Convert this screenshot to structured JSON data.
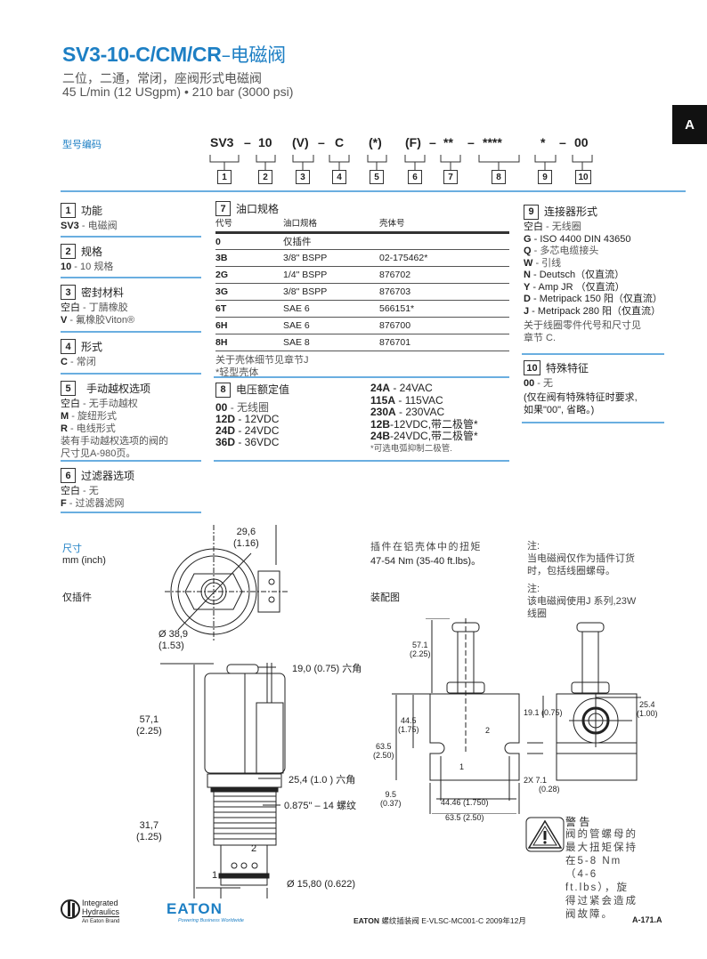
{
  "header": {
    "title": "SV3-10-C/CM/CR",
    "title_suffix": "–电磁阀",
    "subtitle": "二位，二通，常闭，座阀形式电磁阀",
    "rating": "45 L/min (12 USgpm) • 210 bar (3000 psi)",
    "tab": "A"
  },
  "model_code": {
    "label": "型号编码",
    "parts": [
      "SV3",
      "–",
      "10",
      "(V)",
      "–",
      "C",
      "(*)",
      "(F)",
      "–",
      "**",
      "–",
      "****",
      "*",
      "–",
      "00"
    ],
    "numbers": [
      "1",
      "2",
      "3",
      "4",
      "5",
      "6",
      "7",
      "8",
      "9",
      "10"
    ]
  },
  "sections": {
    "s1": {
      "n": "1",
      "title": "功能",
      "lines": [
        {
          "code": "SV3",
          "text": " - 电磁阀"
        }
      ]
    },
    "s2": {
      "n": "2",
      "title": "规格",
      "lines": [
        {
          "code": "10",
          "text": " - 10  规格"
        }
      ]
    },
    "s3": {
      "n": "3",
      "title": "密封材料",
      "lines": [
        {
          "code": "空白",
          "text": "   - 丁腈橡胶"
        },
        {
          "code": "V",
          "text": " - 氟橡胶Viton®"
        }
      ]
    },
    "s4": {
      "n": "4",
      "title": "形式",
      "lines": [
        {
          "code": "C",
          "text": " - 常闭"
        }
      ]
    },
    "s5": {
      "n": "5",
      "title": "手动越权选项",
      "lines": [
        {
          "code": "空白",
          "text": "   - 无手动越权"
        },
        {
          "code": "M",
          "text": " - 旋纽形式"
        },
        {
          "code": "R",
          "text": " - 电线形式"
        }
      ],
      "note": "装有手动越权选项的阀的尺寸见A-980页。"
    },
    "s6": {
      "n": "6",
      "title": "过滤器选项",
      "lines": [
        {
          "code": "空白",
          "text": " - 无"
        },
        {
          "code": "F",
          "text": " - 过滤器滤网"
        }
      ]
    },
    "s7": {
      "n": "7",
      "title": "油口规格",
      "headers": [
        "代号",
        "油口规格",
        "壳体号"
      ],
      "rows": [
        [
          "0",
          "仅插件",
          ""
        ],
        [
          "3B",
          "3/8\" BSPP",
          "02-175462*"
        ],
        [
          "2G",
          "1/4\" BSPP",
          "876702"
        ],
        [
          "3G",
          "3/8\" BSPP",
          "876703"
        ],
        [
          "6T",
          "SAE 6",
          "566151*"
        ],
        [
          "6H",
          "SAE 6",
          "876700"
        ],
        [
          "8H",
          "SAE 8",
          "876701"
        ]
      ],
      "note1": "关于壳体细节见章节J",
      "note2": "*轻型壳体"
    },
    "s8": {
      "n": "8",
      "title": "电压额定值",
      "left": [
        {
          "code": "00",
          "text": " - 无线圈"
        },
        {
          "code": "12D",
          "text": " -  12VDC"
        },
        {
          "code": "24D",
          "text": " -  24VDC"
        },
        {
          "code": "36D",
          "text": " -  36VDC"
        }
      ],
      "right": [
        {
          "code": "24A",
          "text": " -  24VAC"
        },
        {
          "code": "115A",
          "text": " - 115VAC"
        },
        {
          "code": "230A",
          "text": " - 230VAC"
        },
        {
          "code": "12B",
          "text": "-12VDC,带二极管*"
        },
        {
          "code": "24B",
          "text": "-24VDC,带二极管*"
        }
      ],
      "note": "*可选电弧抑制二极管."
    },
    "s9": {
      "n": "9",
      "title": "连接器形式",
      "lines": [
        {
          "code": "空白",
          "text": "   - 无线圈"
        },
        {
          "code": "G",
          "text": " -  ISO 4400 DIN 43650"
        },
        {
          "code": "Q",
          "text": " -  多芯电缆接头"
        },
        {
          "code": "W",
          "text": " - 引线"
        },
        {
          "code": "N",
          "text": " - Deutsch（仅直流）"
        },
        {
          "code": "Y",
          "text": " -  Amp JR （仅直流）"
        },
        {
          "code": "D",
          "text": " -  Metripack 150 阳（仅直流）"
        },
        {
          "code": "J",
          "text": " -  Metripack 280 阳（仅直流）"
        }
      ],
      "note": "关于线圈零件代号和尺寸见章节 C."
    },
    "s10": {
      "n": "10",
      "title": "特殊特征",
      "lines": [
        {
          "code": "00",
          "text": " - 无"
        }
      ],
      "note": "(仅在阀有特殊特征时要求, 如果\"00\", 省略。)"
    }
  },
  "dimensions": {
    "title": "尺寸",
    "unit": "mm (inch)",
    "cartridge_label": "仅插件",
    "d1": "29,6",
    "d1i": "(1.16)",
    "d2": "Ø 38,9",
    "d2i": "(1.53)",
    "d3": "19,0 (0.75) 六角",
    "d4": "57,1",
    "d4i": "(2.25)",
    "d5": "25,4 (1.0 ) 六角",
    "d6": "0.875\" – 14 螺纹",
    "d7": "31,7",
    "d7i": "(1.25)",
    "d8": "Ø 15,80 (0.622)",
    "port1": "1",
    "port2": "2"
  },
  "torque": {
    "line1": "插件在铝壳体中的扭矩",
    "line2": "47-54 Nm (35-40 ft.lbs)。"
  },
  "assembly": {
    "label": "装配图",
    "a1": "57.1",
    "a1i": "(2.25)",
    "a2": "44.5",
    "a2i": "(1.75)",
    "a3": "63.5",
    "a3i": "(2.50)",
    "a4": "9.5",
    "a4i": "(0.37)",
    "a5": "44.46 (1.750)",
    "a6": "63.5 (2.50)",
    "a7": "19.1 (0.75)",
    "a8": "25.4",
    "a8i": "(1.00)",
    "a9": "2X  7.1",
    "a9i": "(0.28)",
    "port1": "1",
    "port2": "2"
  },
  "notes": {
    "n1_title": "注:",
    "n1": "当电磁阀仅作为插件订货时，包括线圈螺母。",
    "n2_title": "注:",
    "n2": "该电磁阀使用J 系列,23W 线圈"
  },
  "warning": {
    "title": "警 告",
    "text": "阀的管螺母的最大扭矩保持在5-8 Nm（4-6 ft.lbs），旋得过紧会造成阀故障。"
  },
  "footer": {
    "logo1_line1": "Integrated",
    "logo1_line2": "Hydraulics",
    "logo1_line3": "An Eaton Brand",
    "logo2": "EATON",
    "logo2_tag": "Powering Business Worldwide",
    "doc_brand": "EATON",
    "doc_text": " 螺纹插装阀 E-VLSC-MC001-C 2009年12月",
    "page": "A-171.A"
  },
  "colors": {
    "accent": "#1d7fc4",
    "rule": "#6aaee0"
  }
}
